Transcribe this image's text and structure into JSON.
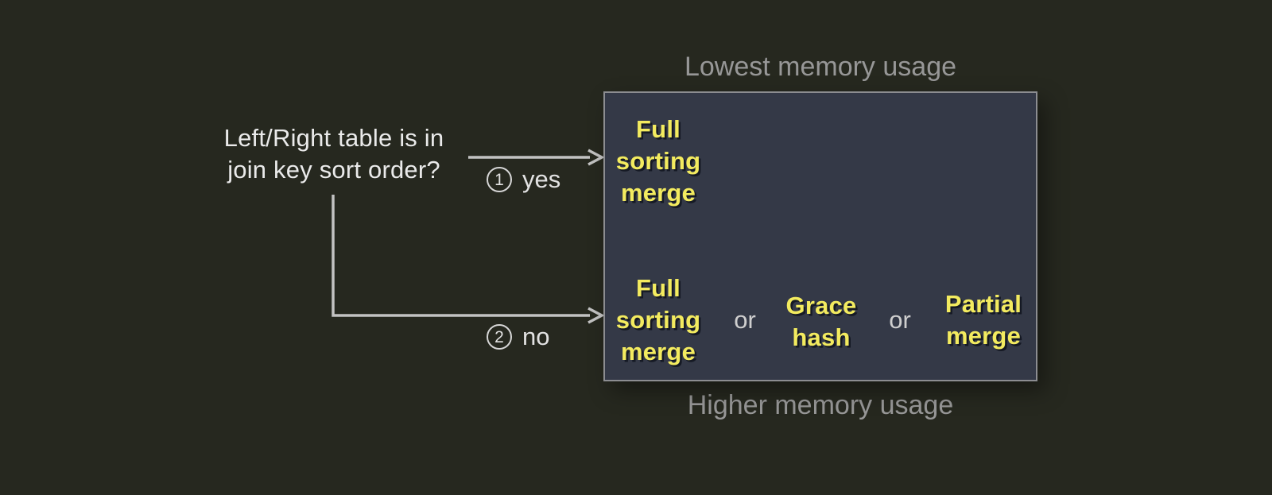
{
  "colors": {
    "page_background": "#26281f",
    "box_background": "#343947",
    "box_border": "#8c8d91",
    "algorithm_text": "#f3eb5f",
    "question_text": "#eaeaea",
    "caption_text": "#979797",
    "connector_line": "#c2c2c2"
  },
  "question": {
    "lines": [
      "Left/Right table is in",
      "join key sort order?"
    ]
  },
  "branches": {
    "yes": {
      "number": "1",
      "label": "yes"
    },
    "no": {
      "number": "2",
      "label": "no"
    }
  },
  "box": {
    "top_caption": "Lowest memory usage",
    "bottom_caption": "Higher memory usage",
    "sorted_row": {
      "option": "Full sorting merge"
    },
    "unsorted_row": {
      "options": [
        "Full sorting merge",
        "Grace hash",
        "Partial merge"
      ],
      "separator": "or"
    }
  }
}
